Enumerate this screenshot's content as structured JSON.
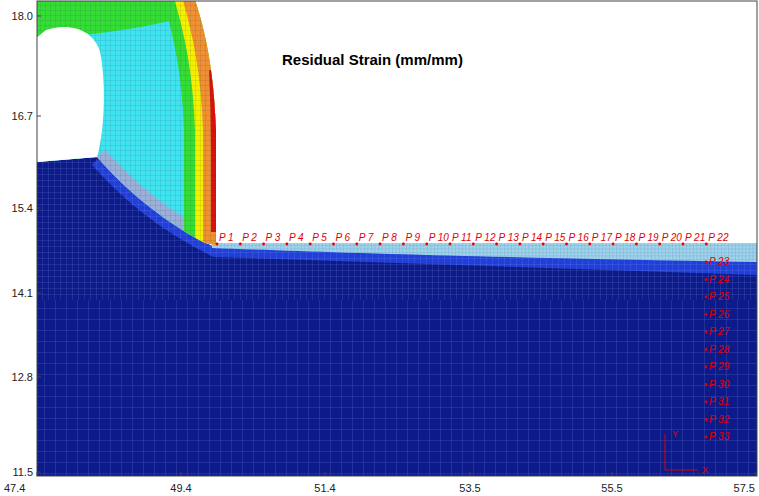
{
  "diagram": {
    "title": "Residual Strain (mm/mm)",
    "labels": [
      "18.0",
      "16.7",
      "15.4",
      "14.1",
      "12.8",
      "11.5",
      "47.4",
      "49.4",
      "51.4",
      "53.5",
      "55.5",
      "57.5",
      "P 1",
      "P 2",
      "P 3",
      "P 4",
      "P 5",
      "P 6",
      "P 7",
      "P 8",
      "P 9",
      "P 10",
      "P 11",
      "P 12",
      "P 13",
      "P 14",
      "P 15",
      "P 16",
      "P 17",
      "P 18",
      "P 19",
      "P 20",
      "P 21",
      "P 22",
      "P 23",
      "P 24",
      "P 25",
      "P 26",
      "P 27",
      "P 28",
      "P 29",
      "P 30",
      "P 31",
      "P 32",
      "P 33",
      "Y",
      "X"
    ]
  }
}
